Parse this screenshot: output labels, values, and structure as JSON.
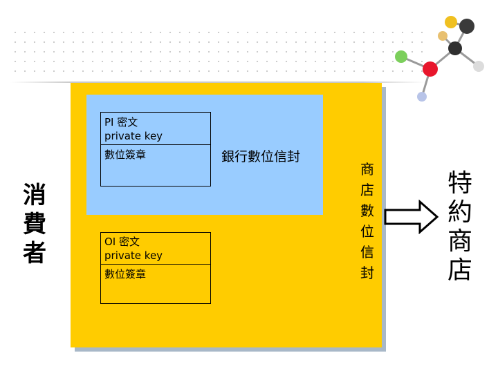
{
  "slide": {
    "consumer_label": "消費者",
    "bank_envelope_label": "銀行數位信封",
    "pi_box": {
      "line1": "PI 密文",
      "line2": "private key",
      "line3": "數位簽章"
    },
    "oi_box": {
      "line1": "OI 密文",
      "line2": "private key",
      "line3": "數位簽章"
    },
    "merchant_envelope_label": "商店數位信封",
    "merchant_label": "特約商店"
  },
  "colors": {
    "envelope_yellow": "#ffcc00",
    "bank_blue": "#99ccff",
    "shadow": "#a8b8c8"
  },
  "icons": [
    "molecule-decoration-icon",
    "arrow-right-icon"
  ]
}
